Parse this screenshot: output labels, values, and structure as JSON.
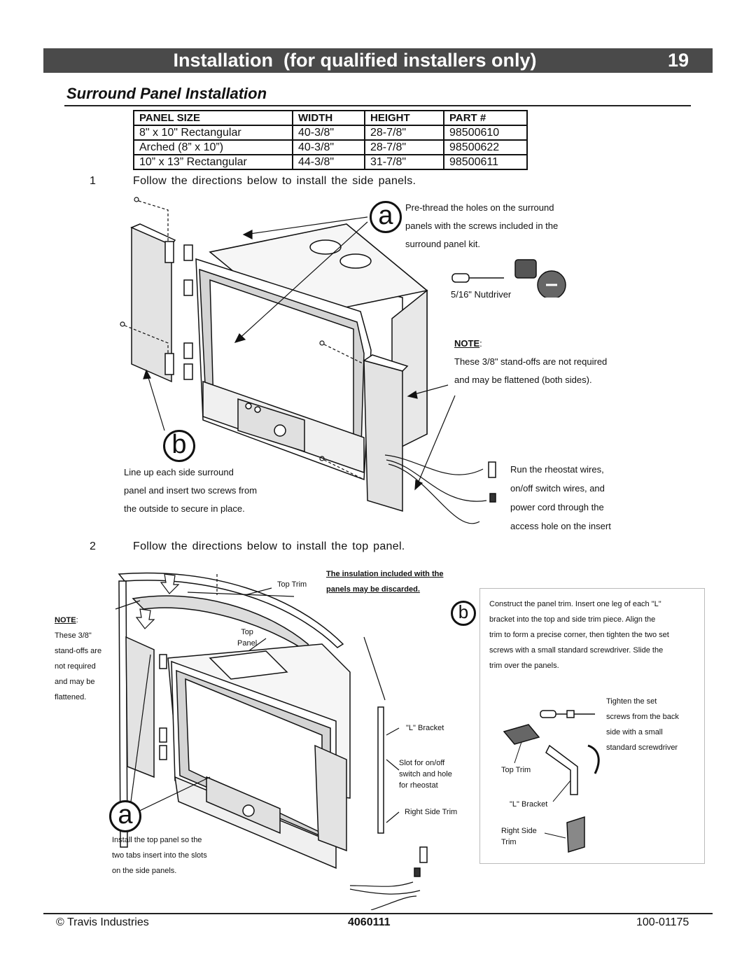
{
  "header": {
    "title": "Installation  (for qualified installers only)",
    "page_number": "19"
  },
  "section_title": "Surround Panel Installation",
  "table": {
    "headers": [
      "PANEL SIZE",
      "WIDTH",
      "HEIGHT",
      "PART #"
    ],
    "rows": [
      [
        "8\" x 10\" Rectangular",
        "40-3/8\"",
        "28-7/8\"",
        "98500610"
      ],
      [
        "Arched (8” x 10”)",
        "40-3/8\"",
        "28-7/8\"",
        "98500622"
      ],
      [
        "10” x 13” Rectangular",
        "44-3/8\"",
        "31-7/8\"",
        "98500611"
      ]
    ]
  },
  "steps": [
    {
      "number": "1",
      "text": "Follow the directions below to install the side panels."
    },
    {
      "number": "2",
      "text": "Follow the directions below to install the top panel."
    }
  ],
  "figure1": {
    "callout_a": "a",
    "callout_b": "b",
    "pre_thread_lines": [
      "Pre-thread the holes on the surround",
      "panels with the screws included in the",
      "surround panel kit."
    ],
    "nutdriver_label": "5/16\" Nutdriver",
    "note_label": "NOTE",
    "note_lines": [
      "These 3/8\" stand-offs are not required",
      "and may be flattened (both sides)."
    ],
    "line_up_lines": [
      "Line up each side surround",
      "panel and insert two screws from",
      "the outside to secure in place."
    ],
    "run_wires_lines": [
      "Run the rheostat wires,",
      "on/off switch wires, and",
      "power cord through the",
      "access hole on the insert"
    ]
  },
  "figure2": {
    "callout_a": "a",
    "callout_b": "b",
    "top_trim": "Top Trim",
    "insulation_lines": [
      "The insulation included with the",
      "panels may be discarded."
    ],
    "note_label": "NOTE",
    "note_lines": [
      "These 3/8\"",
      "stand-offs are",
      "not required",
      "and may be",
      "flattened."
    ],
    "top_panel_lines": [
      "Top",
      "Panel"
    ],
    "l_bracket": "\"L\" Bracket",
    "slot_lines": [
      "Slot for on/off",
      "switch and hole",
      "for rheostat"
    ],
    "right_side_trim": "Right Side Trim",
    "install_lines": [
      "Install the top panel so the",
      "two tabs insert into the slots",
      "on the side panels."
    ],
    "construct_lines": [
      "Construct the panel trim.  Insert one leg of each \"L\"",
      "bracket into the top and side trim piece.  Align the",
      "trim to form a precise corner, then tighten the two set",
      "screws with a small standard screwdriver.  Slide the",
      "trim over the panels."
    ],
    "tighten_lines": [
      "Tighten the set",
      "screws from the back",
      "side with a small",
      "standard screwdriver"
    ],
    "inset_top_trim": "Top Trim",
    "inset_l_bracket": "\"L\" Bracket",
    "inset_right_side_lines": [
      "Right Side",
      "Trim"
    ]
  },
  "footer": {
    "left": "© Travis Industries",
    "center": "4060111",
    "right": "100-01175"
  }
}
